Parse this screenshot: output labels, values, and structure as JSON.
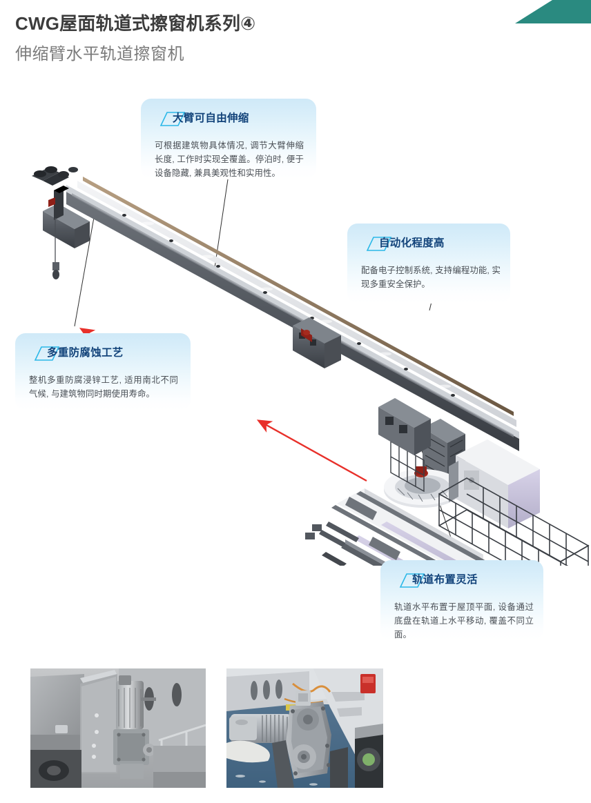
{
  "page": {
    "title_main": "CWG屋面轨道式擦窗机系列④",
    "title_sub": "伸缩臂水平轨道擦窗机",
    "accent_teal": "#2a8a80",
    "accent_blue": "#12437a",
    "accent_cyan": "#2bb8e8",
    "arrow_red": "#e8302a",
    "card_bg_top": "#cfe9f8",
    "card_bg_bottom": "#ffffff"
  },
  "callouts": [
    {
      "id": "boom",
      "icon": "slash-parallelogram-icon",
      "title": "大臂可自由伸缩",
      "body": "可根据建筑物具体情况, 调节大臂伸缩长度, 工作时实现全覆盖。停泊时, 便于设备隐藏, 兼具美观性和实用性。"
    },
    {
      "id": "automation",
      "icon": "slash-parallelogram-icon",
      "title": "自动化程度高",
      "body": "配备电子控制系统, 支持编程功能, 实现多重安全保护。"
    },
    {
      "id": "corrosion",
      "icon": "slash-parallelogram-icon",
      "title": "多重防腐蚀工艺",
      "body": "整机多重防腐浸锌工艺, 适用南北不同气候, 与建筑物同时期使用寿命。"
    },
    {
      "id": "rail",
      "icon": "slash-parallelogram-icon",
      "title": "轨道布置灵活",
      "body": "轨道水平布置于屋顶平面, 设备通过底盘在轨道上水平移动, 覆盖不同立面。"
    }
  ],
  "illustration": {
    "name": "telescopic-arm-roof-track-window-cleaning-machine",
    "description": "等轴测线框渲染: 伸缩臂水平轨道擦窗机, 含大臂、轨道小车、底盘与护栏",
    "annotation_arrows": 2,
    "leader_lines": 4
  },
  "photos": [
    {
      "id": "gearbox-mono",
      "caption": ""
    },
    {
      "id": "gearbox-color",
      "caption": ""
    }
  ]
}
